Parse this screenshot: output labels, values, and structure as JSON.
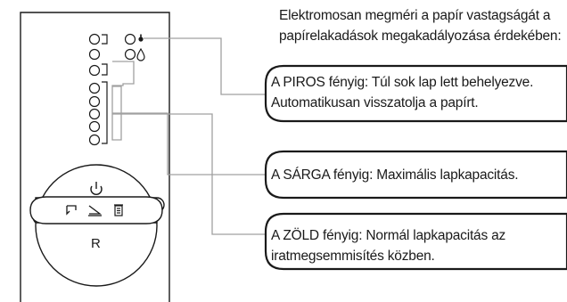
{
  "intro": {
    "line1": "Elektromosan megméri a papír vastagságát a",
    "line2": "papírelakadások megakadályozása érdekében:"
  },
  "callouts": [
    {
      "line1": "A PIROS fényig: Túl sok lap lett behelyezve.",
      "line2": "Automatikusan visszatolja a papírt."
    },
    {
      "line1": "A SÁRGA fényig: Maximális lapkapacitás."
    },
    {
      "line1": "A ZÖLD fényig: Normál lapkapacitás az",
      "line2": "iratmegsemmisítés közben."
    }
  ],
  "control_panel": {
    "reverse_button_label": "R",
    "icons": [
      "power-icon",
      "paper-jam-icon",
      "auto-feed-icon",
      "bin-full-icon",
      "drop-icon",
      "dot-icon"
    ],
    "led_count": 8
  },
  "colors": {
    "line": "#1a1a1a",
    "leader": "#999999"
  }
}
